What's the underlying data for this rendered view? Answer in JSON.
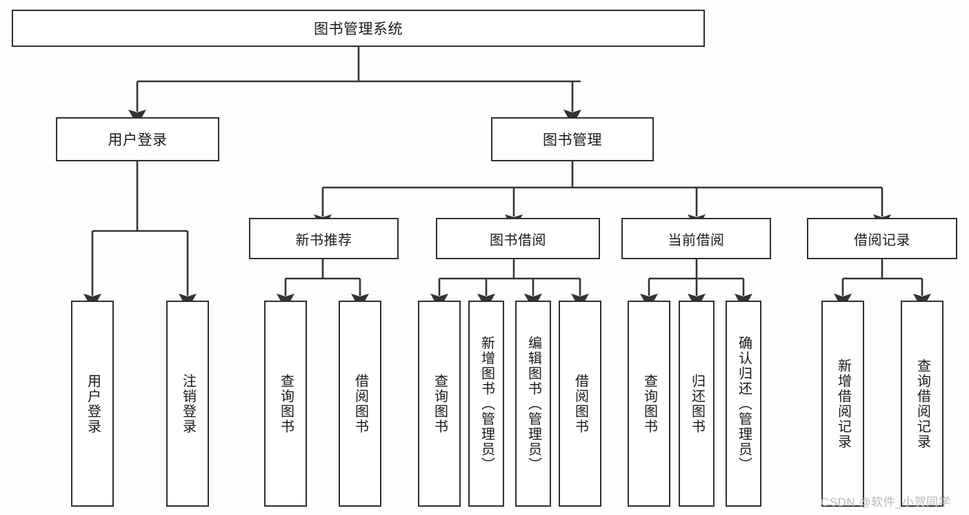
{
  "diagram": {
    "title": "图书管理系统",
    "type": "hierarchy-tree",
    "root": {
      "label": "图书管理系统"
    },
    "level2": [
      {
        "label": "用户登录"
      },
      {
        "label": "图书管理"
      }
    ],
    "level3": [
      {
        "label": "新书推荐"
      },
      {
        "label": "图书借阅"
      },
      {
        "label": "当前借阅"
      },
      {
        "label": "借阅记录"
      }
    ],
    "leaves": {
      "user_login": [
        {
          "label": "用户登录"
        },
        {
          "label": "注销登录"
        }
      ],
      "new_book_recommend": [
        {
          "label": "查询图书"
        },
        {
          "label": "借阅图书"
        }
      ],
      "book_borrow": [
        {
          "label": "查询图书"
        },
        {
          "label": "新增图书（管理员）"
        },
        {
          "label": "编辑图书（管理员）"
        },
        {
          "label": "借阅图书"
        }
      ],
      "current_borrow": [
        {
          "label": "查询图书"
        },
        {
          "label": "归还图书"
        },
        {
          "label": "确认归还（管理员）"
        }
      ],
      "borrow_record": [
        {
          "label": "新增借阅记录"
        },
        {
          "label": "查询借阅记录"
        }
      ]
    }
  },
  "watermark": {
    "text": "CSDN @软件_小贺同学"
  },
  "colors": {
    "background": "#fdfdfd",
    "box_border": "#2f2f2f",
    "box_fill": "#ffffff",
    "connector": "#333333",
    "text": "#1a1a1a",
    "watermark": "#b9b9b9"
  }
}
